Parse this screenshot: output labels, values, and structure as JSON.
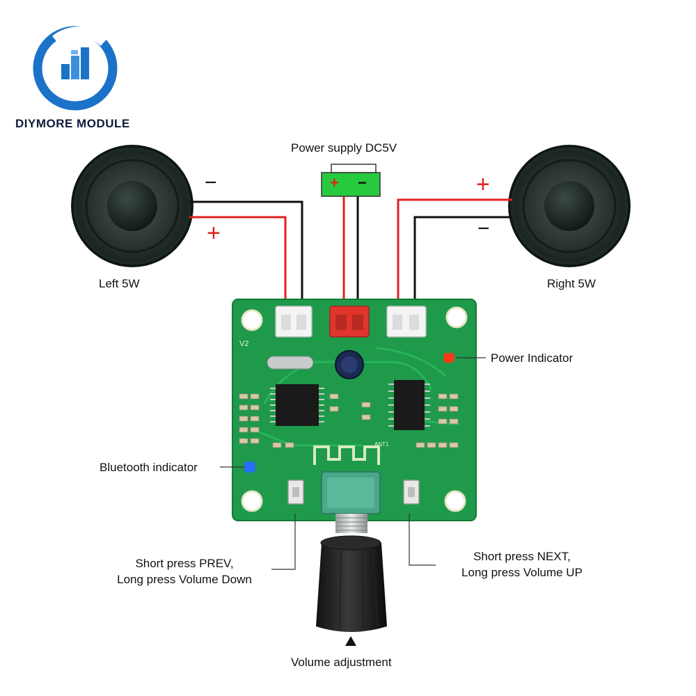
{
  "brand": {
    "name": "DIYMORE MODULE",
    "logo_icon": "diymore-logo-icon",
    "logo_color": "#1a73c8"
  },
  "labels": {
    "power_supply": "Power supply DC5V",
    "left_speaker": "Left 5W",
    "right_speaker": "Right 5W",
    "power_indicator": "Power Indicator",
    "bluetooth_indicator": "Bluetooth indicator",
    "prev_line1": "Short press PREV,",
    "prev_line2": "Long press Volume Down",
    "next_line1": "Short press NEXT,",
    "next_line2": "Long press Volume UP",
    "volume": "Volume adjustment"
  },
  "polarity": {
    "plus": "+",
    "minus": "−"
  },
  "board": {
    "version": "V2",
    "antenna": "ANT1",
    "pcb_color": "#1e9a4a",
    "power_led_color": "#ff3a1a",
    "bt_led_color": "#2a6cff"
  },
  "colors": {
    "wire_red": "#e02020",
    "wire_black": "#111111",
    "battery_green": "#27c93f"
  }
}
